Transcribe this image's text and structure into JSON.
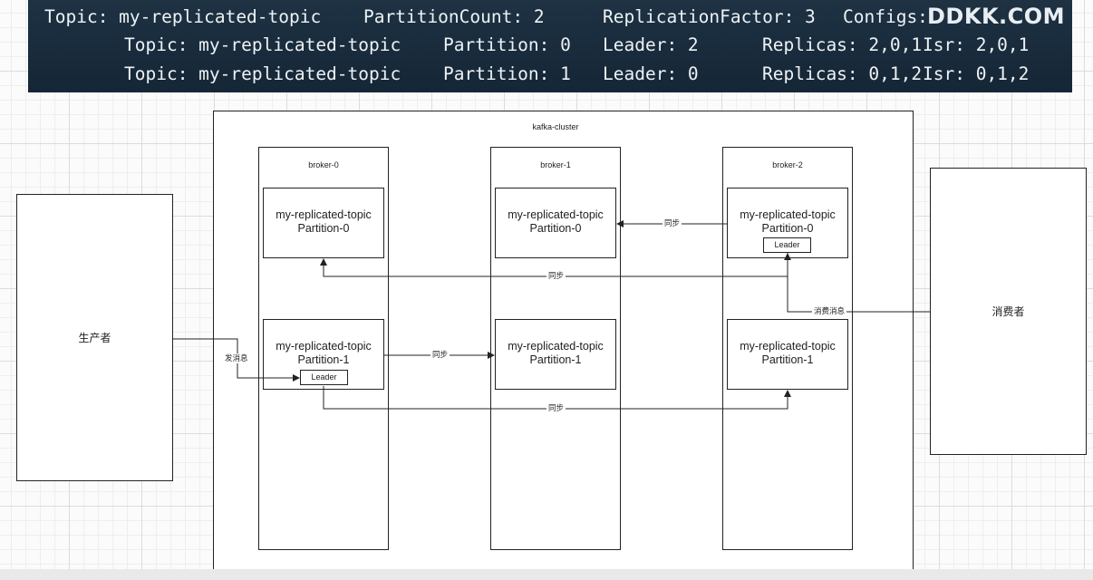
{
  "terminal": {
    "line1": {
      "topic": "Topic: my-replicated-topic",
      "partition_count": "PartitionCount: 2",
      "replication_factor": "ReplicationFactor: 3",
      "configs": "Configs:"
    },
    "line2": {
      "topic": "Topic: my-replicated-topic",
      "partition": "Partition: 0",
      "leader": "Leader: 2",
      "replicas": "Replicas: 2,0,1",
      "isr": "Isr: 2,0,1"
    },
    "line3": {
      "topic": "Topic: my-replicated-topic",
      "partition": "Partition: 1",
      "leader": "Leader: 0",
      "replicas": "Replicas: 0,1,2",
      "isr": "Isr: 0,1,2"
    },
    "watermark": "DDKK.COM"
  },
  "cluster": {
    "title": "kafka-cluster",
    "brokers": [
      {
        "name": "broker-0",
        "partitions": [
          {
            "topic": "my-replicated-topic",
            "partition": "Partition-0",
            "leader_badge": ""
          },
          {
            "topic": "my-replicated-topic",
            "partition": "Partition-1",
            "leader_badge": "Leader"
          }
        ]
      },
      {
        "name": "broker-1",
        "partitions": [
          {
            "topic": "my-replicated-topic",
            "partition": "Partition-0",
            "leader_badge": ""
          },
          {
            "topic": "my-replicated-topic",
            "partition": "Partition-1",
            "leader_badge": ""
          }
        ]
      },
      {
        "name": "broker-2",
        "partitions": [
          {
            "topic": "my-replicated-topic",
            "partition": "Partition-0",
            "leader_badge": "Leader"
          },
          {
            "topic": "my-replicated-topic",
            "partition": "Partition-1",
            "leader_badge": ""
          }
        ]
      }
    ]
  },
  "actors": {
    "producer": "生产者",
    "consumer": "消费者"
  },
  "edges": {
    "send_message": "发消息",
    "consume_message": "消费消息",
    "sync": "同步"
  }
}
